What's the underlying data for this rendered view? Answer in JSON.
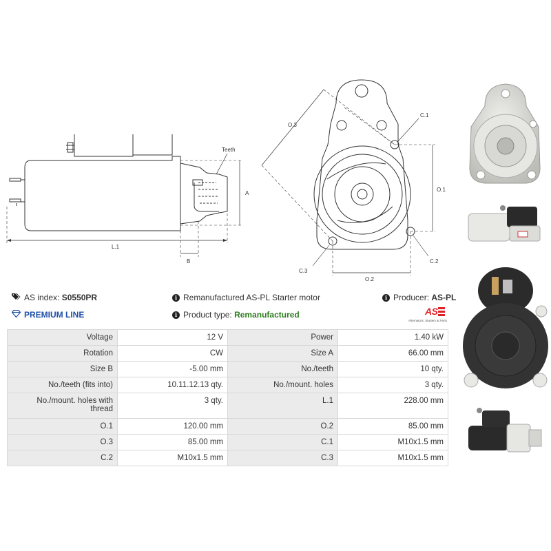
{
  "drawing": {
    "side": {
      "teeth_label": "Teeth",
      "a_label": "A",
      "b_label": "B",
      "l1_label": "L.1"
    },
    "front": {
      "o1_label": "O.1",
      "o2_label": "O.2",
      "o3_label": "O.3",
      "c1_label": "C.1",
      "c2_label": "C.2",
      "c3_label": "C.3"
    }
  },
  "info": {
    "index_label": "AS index:",
    "index_value": "S0550PR",
    "premium_label": "PREMIUM LINE",
    "description": "Remanufactured AS-PL Starter motor",
    "type_label": "Product type:",
    "type_value": "Remanufactured",
    "producer_label": "Producer:",
    "producer_value": "AS-PL"
  },
  "logo": {
    "letters": "AS",
    "tagline": "Alternators, Starters & Parts"
  },
  "colors": {
    "premium": "#1f4fa8",
    "remanufactured": "#2e7d1e",
    "logo_red": "#e01e24",
    "label_cell": "#ebebeb"
  },
  "specs": [
    [
      {
        "label": "Voltage",
        "value": "12 V"
      },
      {
        "label": "Power",
        "value": "1.40 kW"
      }
    ],
    [
      {
        "label": "Rotation",
        "value": "CW"
      },
      {
        "label": "Size A",
        "value": "66.00 mm"
      }
    ],
    [
      {
        "label": "Size B",
        "value": "-5.00 mm"
      },
      {
        "label": "No./teeth",
        "value": "10 qty."
      }
    ],
    [
      {
        "label": "No./teeth (fits into)",
        "value": "10.11.12.13 qty."
      },
      {
        "label": "No./mount. holes",
        "value": "3 qty."
      }
    ],
    [
      {
        "label": "No./mount. holes with thread",
        "value": "3 qty."
      },
      {
        "label": "L.1",
        "value": "228.00 mm"
      }
    ],
    [
      {
        "label": "O.1",
        "value": "120.00 mm"
      },
      {
        "label": "O.2",
        "value": "85.00 mm"
      }
    ],
    [
      {
        "label": "O.3",
        "value": "85.00 mm"
      },
      {
        "label": "C.1",
        "value": "M10x1.5 mm"
      }
    ],
    [
      {
        "label": "C.2",
        "value": "M10x1.5 mm"
      },
      {
        "label": "C.3",
        "value": "M10x1.5 mm"
      }
    ]
  ]
}
